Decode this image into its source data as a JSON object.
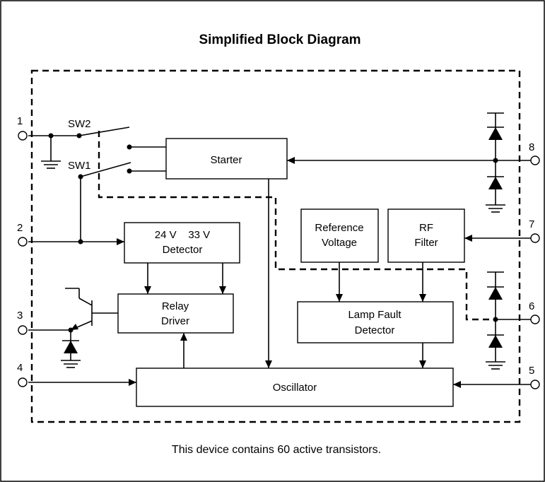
{
  "title": "Simplified Block Diagram",
  "caption": "This device contains 60 active transistors.",
  "blocks": {
    "starter": "Starter",
    "detector_line1": "24 V    33 V",
    "detector_line2": "Detector",
    "reference_line1": "Reference",
    "reference_line2": "Voltage",
    "rf_line1": "RF",
    "rf_line2": "Filter",
    "relay_line1": "Relay",
    "relay_line2": "Driver",
    "lamp_line1": "Lamp Fault",
    "lamp_line2": "Detector",
    "oscillator": "Oscillator"
  },
  "switches": {
    "sw1": "SW1",
    "sw2": "SW2"
  },
  "pins": {
    "p1": "1",
    "p2": "2",
    "p3": "3",
    "p4": "4",
    "p5": "5",
    "p6": "6",
    "p7": "7",
    "p8": "8"
  }
}
